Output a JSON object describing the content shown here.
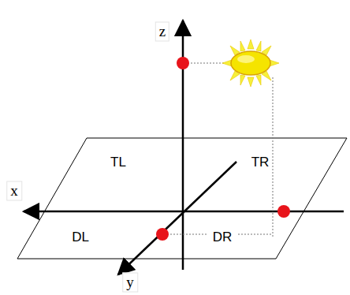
{
  "diagram": {
    "labels": [
      "z",
      "x",
      "y",
      "TL",
      "TR",
      "DL",
      "DR"
    ]
  }
}
